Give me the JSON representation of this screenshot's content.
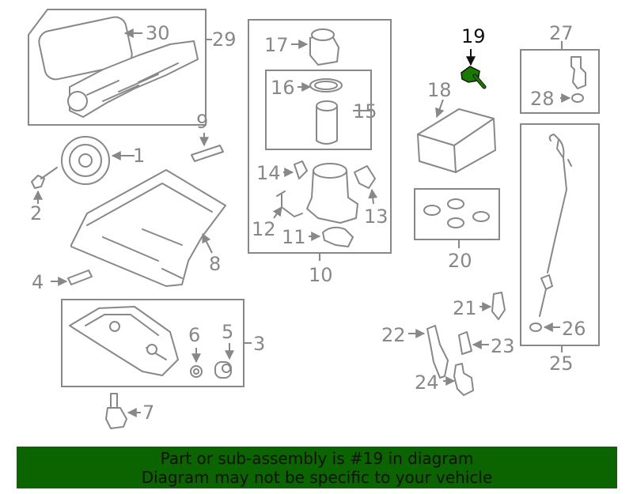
{
  "diagram": {
    "callouts": {
      "c1": "1",
      "c2": "2",
      "c3": "3",
      "c4": "4",
      "c5": "5",
      "c6": "6",
      "c7": "7",
      "c8": "8",
      "c9": "9",
      "c10": "10",
      "c11": "11",
      "c12": "12",
      "c13": "13",
      "c14": "14",
      "c15": "15",
      "c16": "16",
      "c17": "17",
      "c18": "18",
      "c19": "19",
      "c20": "20",
      "c21": "21",
      "c22": "22",
      "c23": "23",
      "c24": "24",
      "c25": "25",
      "c26": "26",
      "c27": "27",
      "c28": "28",
      "c29": "29",
      "c30": "30"
    },
    "highlighted_part": "19",
    "colors": {
      "line": "#888888",
      "highlight": "#1a7a00",
      "banner": "#0b6400",
      "text": "#111111"
    }
  },
  "banner": {
    "line1": "Part or sub-assembly is #19 in diagram",
    "line2": "Diagram may not be specific to your vehicle"
  }
}
